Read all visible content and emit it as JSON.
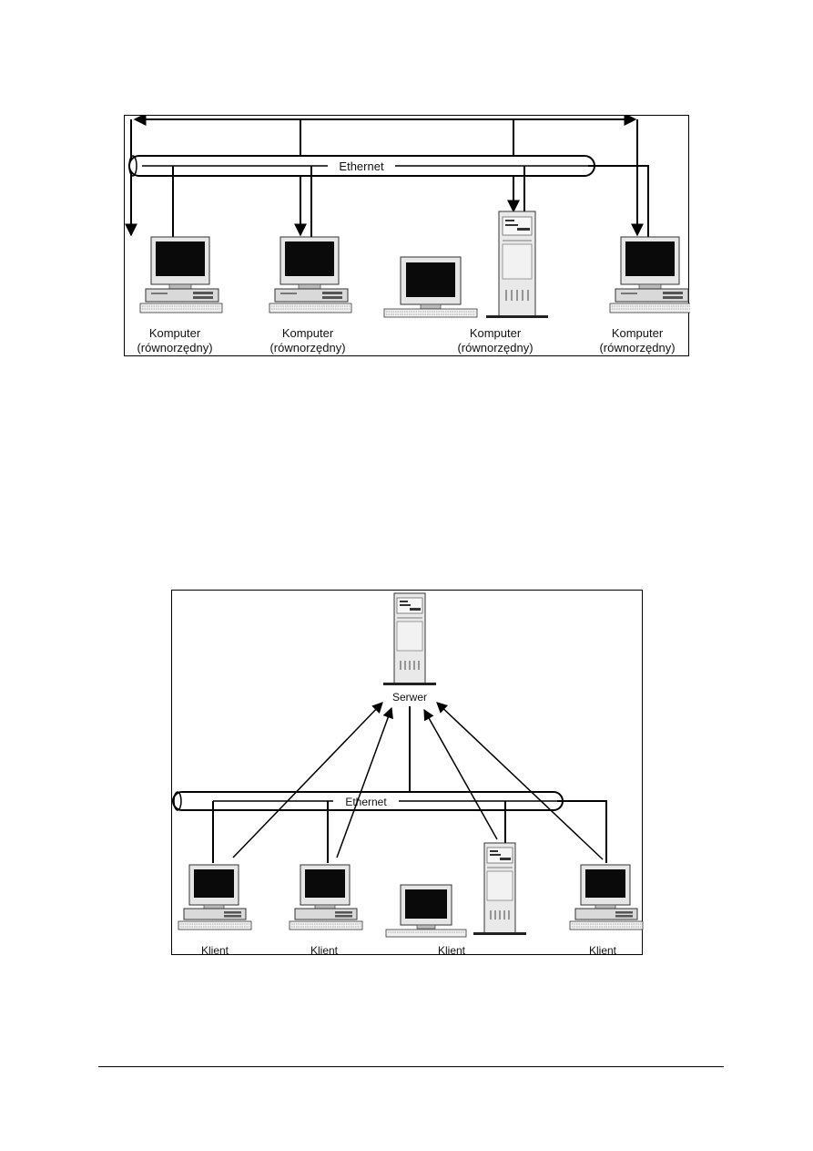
{
  "figure1": {
    "bus_label": "Ethernet",
    "nodes": [
      {
        "line1": "Komputer",
        "line2": "(równorzędny)"
      },
      {
        "line1": "Komputer",
        "line2": "(równorzędny)"
      },
      {
        "line1": "Komputer",
        "line2": "(równorzędny)"
      },
      {
        "line1": "Komputer",
        "line2": "(równorzędny)"
      }
    ]
  },
  "figure2": {
    "bus_label": "Ethernet",
    "server_label": "Serwer",
    "clients": [
      "Klient",
      "Klient",
      "Klient",
      "Klient"
    ]
  }
}
